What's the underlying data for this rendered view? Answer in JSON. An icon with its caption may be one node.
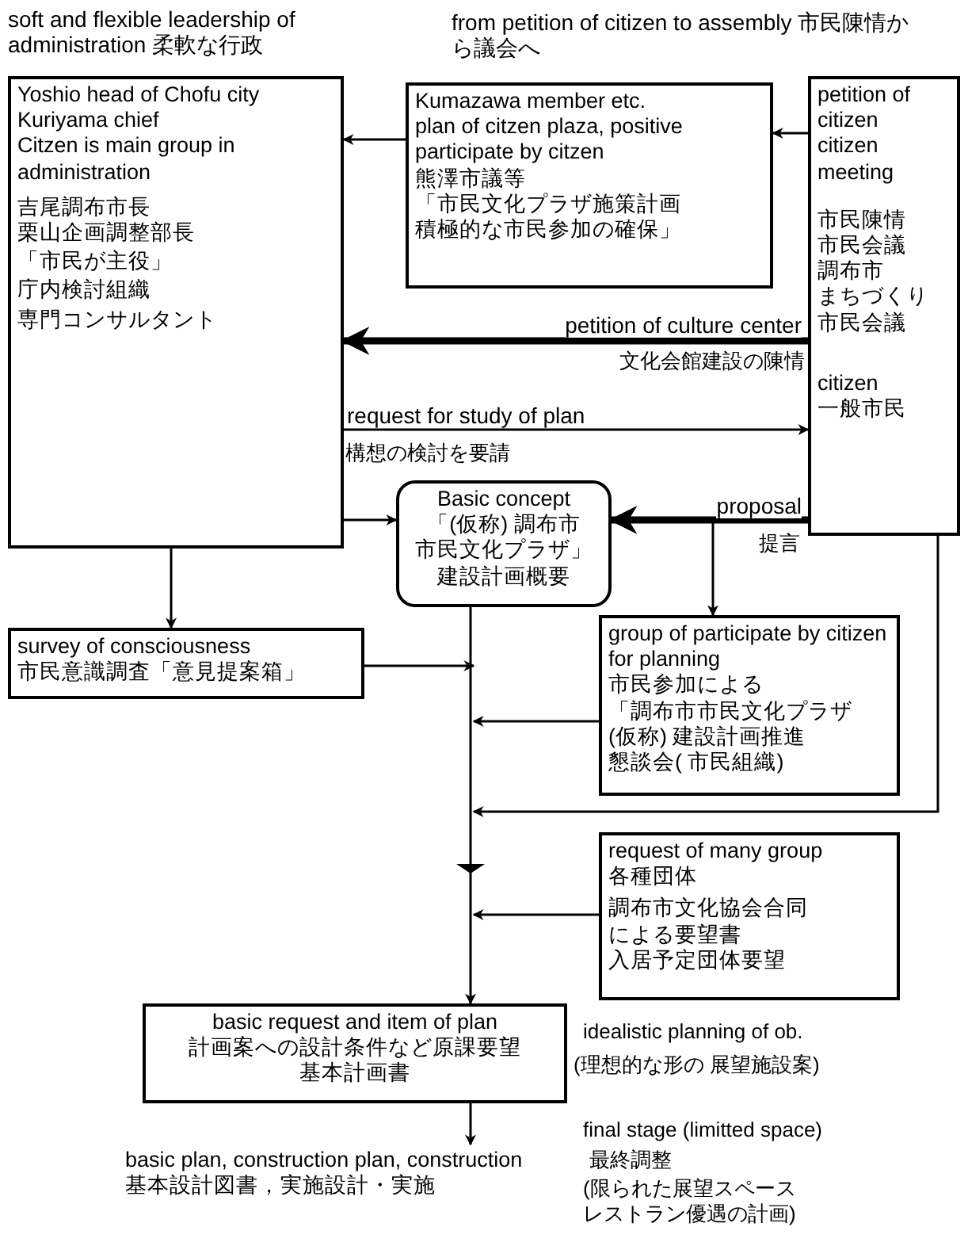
{
  "diagram": {
    "nodes": [
      {
        "text": [
          "soft and flexible leadership of administration 柔軟な行政",
          "Yoshio head of Chofu city",
          "Kuriyama chief",
          "Citzen is main group  in administration",
          "吉尾調布市長",
          "栗山企画調整部長",
          "「市民が主役」",
          "庁内検討組織",
          "専門コンサルタント"
        ]
      },
      {
        "text": [
          "from petition of citizen  to assembly 市民陳情から議会へ",
          "Kumazawa member etc.",
          "plan of citzen plaza, positive participate by citzen",
          "熊澤市議等",
          "「市民文化プラザ施策計画",
          "積極的な市民参加の確保」"
        ]
      },
      {
        "text": [
          "petition of citizen",
          "citizen meeting",
          "市民陳情",
          "市民会議",
          "調布市",
          "まちづくり",
          "市民会議",
          "citizen",
          "一般市民"
        ]
      },
      {
        "text": [
          "Basic concept",
          "「(仮称) 調布市",
          "市民文化プラザ」",
          "建設計画概要"
        ]
      },
      {
        "text": [
          "survey of consciousness",
          "市民意識調査「意見提案箱」"
        ]
      },
      {
        "text": [
          "group of participate by citizen for planning",
          "市民参加による",
          "「調布市市民文化プラザ",
          "(仮称) 建設計画推進",
          "懇談会( 市民組織)"
        ]
      },
      {
        "text": [
          "request of many group",
          "各種団体",
          "調布市文化協会合同",
          "による要望書",
          "入居予定団体要望"
        ]
      },
      {
        "text": [
          "basic request and item of plan",
          "計画案への設計条件など原課要望",
          "基本計画書"
        ]
      },
      {
        "text": [
          "basic plan, construction plan, construction",
          "基本設計図書，実施設計・実施"
        ]
      }
    ],
    "edges": [
      {
        "from": 1,
        "to": 0,
        "arrow": "to"
      },
      {
        "from": 2,
        "to": 1,
        "arrow": "to"
      },
      {
        "from": 2,
        "to": 0,
        "arrow": "to",
        "label": "petition of culture center",
        "style": "thick"
      },
      {
        "from": 0,
        "to": 2,
        "arrow": "to",
        "label": "request for study of plan"
      },
      {
        "from": 0,
        "to": 3,
        "arrow": "to"
      },
      {
        "from": 2,
        "to": 3,
        "arrow": "to",
        "label": "proposal",
        "style": "thick"
      },
      {
        "from": 2,
        "to": 5,
        "arrow": "to"
      },
      {
        "from": 0,
        "to": 4,
        "arrow": "to"
      },
      {
        "from": 4,
        "to": null,
        "arrow": "to"
      },
      {
        "from": 5,
        "to": null,
        "arrow": "to"
      },
      {
        "from": 2,
        "to": null,
        "arrow": "to"
      },
      {
        "from": 6,
        "to": null,
        "arrow": "to"
      },
      {
        "from": 3,
        "to": 7,
        "arrow": "to"
      },
      {
        "from": 7,
        "to": 8,
        "arrow": "to"
      }
    ],
    "labels": [
      "文化会館建設の陳情",
      "構想の検討を要請",
      "提言",
      "idealistic planning of ob.",
      "(理想的な形の 展望施設案)",
      "final stage (limitted space)",
      "最終調整",
      "(限られた展望スペースレストラン優遇の計画)"
    ]
  }
}
